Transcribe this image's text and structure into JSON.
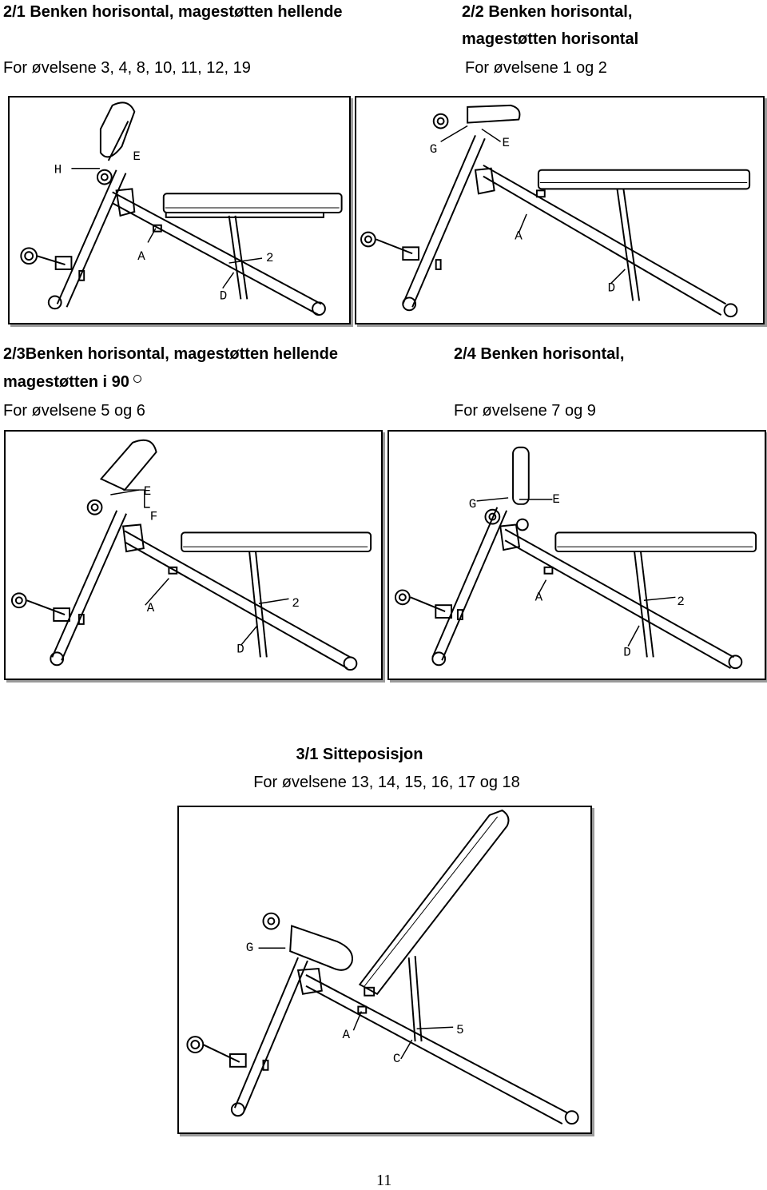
{
  "sections": {
    "s21": {
      "title": "2/1 Benken horisontal, magestøtten hellende",
      "exercises": "For øvelsene 3, 4, 8, 10, 11, 12, 19",
      "labels": [
        "H",
        "E",
        "A",
        "2",
        "D"
      ]
    },
    "s22": {
      "title_line1": "2/2 Benken horisontal,",
      "title_line2": "magestøtten horisontal",
      "exercises": "For øvelsene 1 og 2",
      "labels": [
        "G",
        "E",
        "A",
        "D"
      ]
    },
    "s23": {
      "title_line1": "2/3Benken horisontal, magestøtten hellende",
      "title_line2": "magestøtten i 90",
      "exercises": "For øvelsene 5 og 6",
      "labels": [
        "E",
        "F",
        "A",
        "2",
        "D"
      ]
    },
    "s24": {
      "title": "2/4 Benken horisontal,",
      "exercises": "For øvelsene 7 og 9",
      "labels": [
        "G",
        "E",
        "A",
        "2",
        "D"
      ]
    },
    "s31": {
      "title": "3/1 Sitteposisjon",
      "exercises": "For øvelsene 13, 14, 15, 16, 17 og 18",
      "labels": [
        "G",
        "A",
        "5",
        "C"
      ]
    }
  },
  "page_number": "11"
}
